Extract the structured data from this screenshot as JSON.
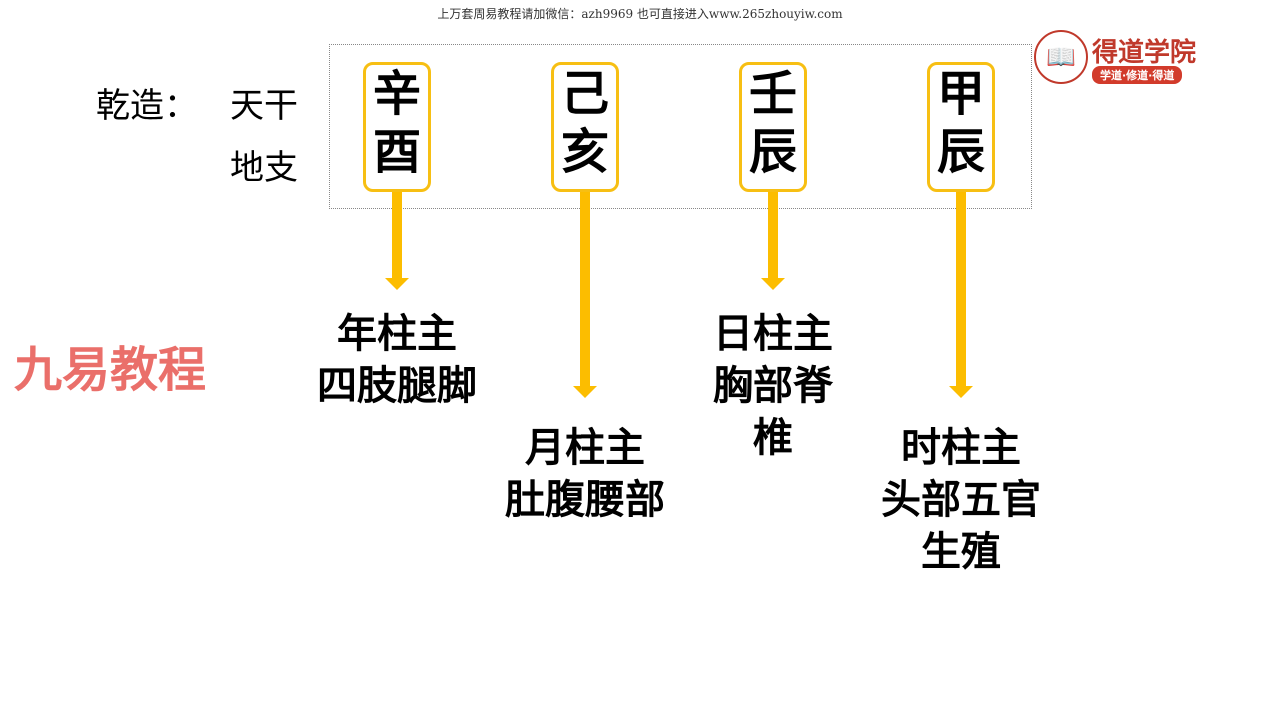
{
  "watermark": "上万套周易教程请加微信：azh9969   也可直接进入www.265zhouyiw.com",
  "logo": {
    "title": "得道学院",
    "subtitle": "学道·修道·得道"
  },
  "brand": "九易教程",
  "labels": {
    "chart": "乾造：",
    "stem": "天干",
    "branch": "地支"
  },
  "pillars": [
    {
      "stem": "辛",
      "branch": "酉",
      "desc": [
        "年柱主",
        "四肢腿脚"
      ]
    },
    {
      "stem": "己",
      "branch": "亥",
      "desc": [
        "月柱主",
        "肚腹腰部"
      ]
    },
    {
      "stem": "壬",
      "branch": "辰",
      "desc": [
        "日柱主",
        "胸部脊",
        "椎"
      ]
    },
    {
      "stem": "甲",
      "branch": "辰",
      "desc": [
        "时柱主",
        "头部五官",
        "生殖"
      ]
    }
  ],
  "colors": {
    "accent": "#fcbd00"
  }
}
